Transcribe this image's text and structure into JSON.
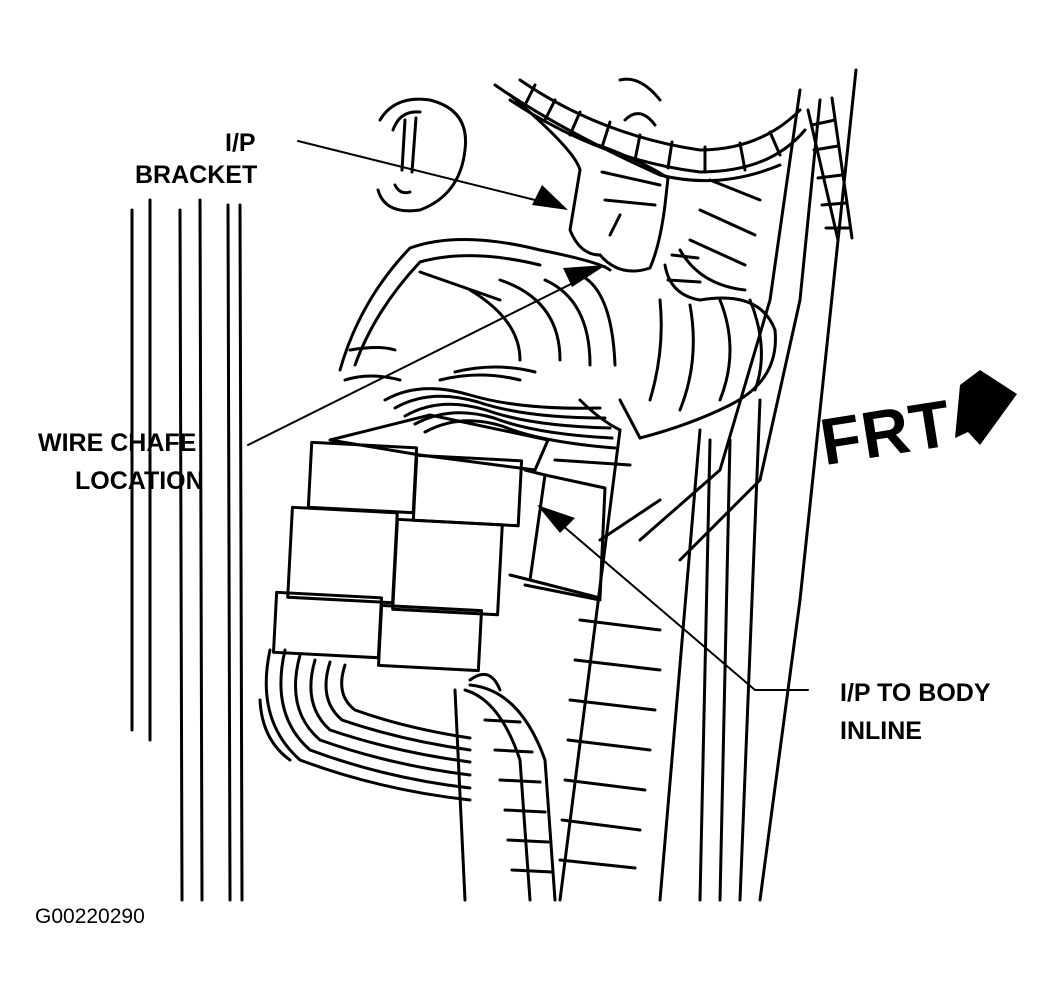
{
  "labels": {
    "ip_bracket_line1": "I/P",
    "ip_bracket_line2": "BRACKET",
    "wire_chafe_line1": "WIRE CHAFE",
    "wire_chafe_line2": "LOCATION",
    "ip_to_body_line1": "I/P TO BODY",
    "ip_to_body_line2": "INLINE",
    "frt": "FRT"
  },
  "figure_id": "G00220290",
  "colors": {
    "ink": "#000000",
    "paper": "#ffffff"
  }
}
